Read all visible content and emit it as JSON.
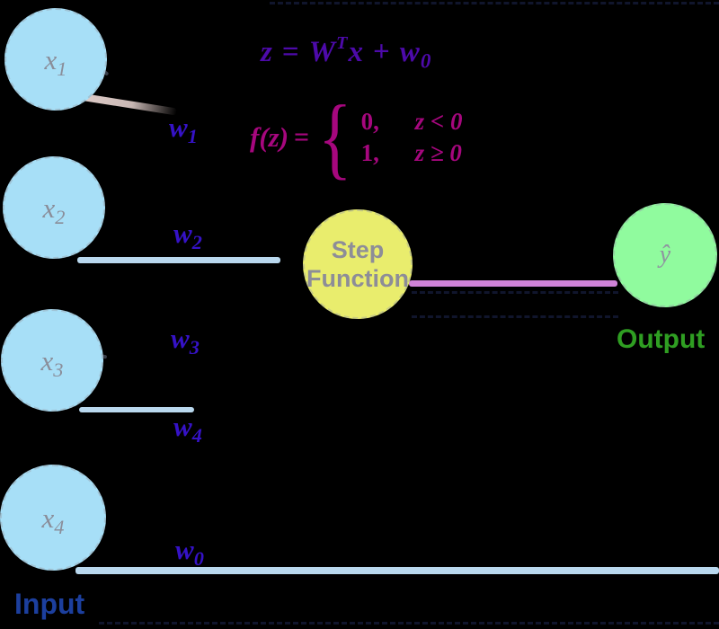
{
  "nodes": {
    "inputs": [
      {
        "base": "x",
        "sub": "1"
      },
      {
        "base": "x",
        "sub": "2"
      },
      {
        "base": "x",
        "sub": "3"
      },
      {
        "base": "x",
        "sub": "4"
      }
    ],
    "step": {
      "line1": "Step",
      "line2": "Function"
    },
    "output_label": "ŷ"
  },
  "weights": [
    {
      "base": "w",
      "sub": "1"
    },
    {
      "base": "w",
      "sub": "2"
    },
    {
      "base": "w",
      "sub": "3"
    },
    {
      "base": "w",
      "sub": "4"
    },
    {
      "base": "w",
      "sub": "0"
    }
  ],
  "formulas": {
    "z": {
      "lhs": "z",
      "eq": "=",
      "W": "W",
      "sup": "T",
      "x": "x",
      "plus": "+",
      "w_base": "w",
      "w_sub": "0"
    },
    "f": {
      "lhs": "f(z)",
      "eq": "=",
      "brace": "{",
      "rows": [
        {
          "val": "0,",
          "cond": "z < 0"
        },
        {
          "val": "1,",
          "cond": "z ≥ 0"
        }
      ]
    }
  },
  "captions": {
    "input": "Input",
    "output": "Output"
  },
  "colors": {
    "background": "#000000",
    "input_node_fill": "#a7dff7",
    "step_node_fill": "#e9ed6d",
    "output_node_fill": "#90fb9e",
    "node_text": "#8a8d99",
    "weight_text": "#3512c6",
    "z_formula_text": "#4d0aaa",
    "f_formula_text": "#a6077e",
    "input_caption_text": "#1c3f9e",
    "output_caption_text": "#2f9e22",
    "line_blue": "#b9d8ee",
    "line_orchid": "#d083d8",
    "line_pale_pink": "#ecd8d4"
  }
}
